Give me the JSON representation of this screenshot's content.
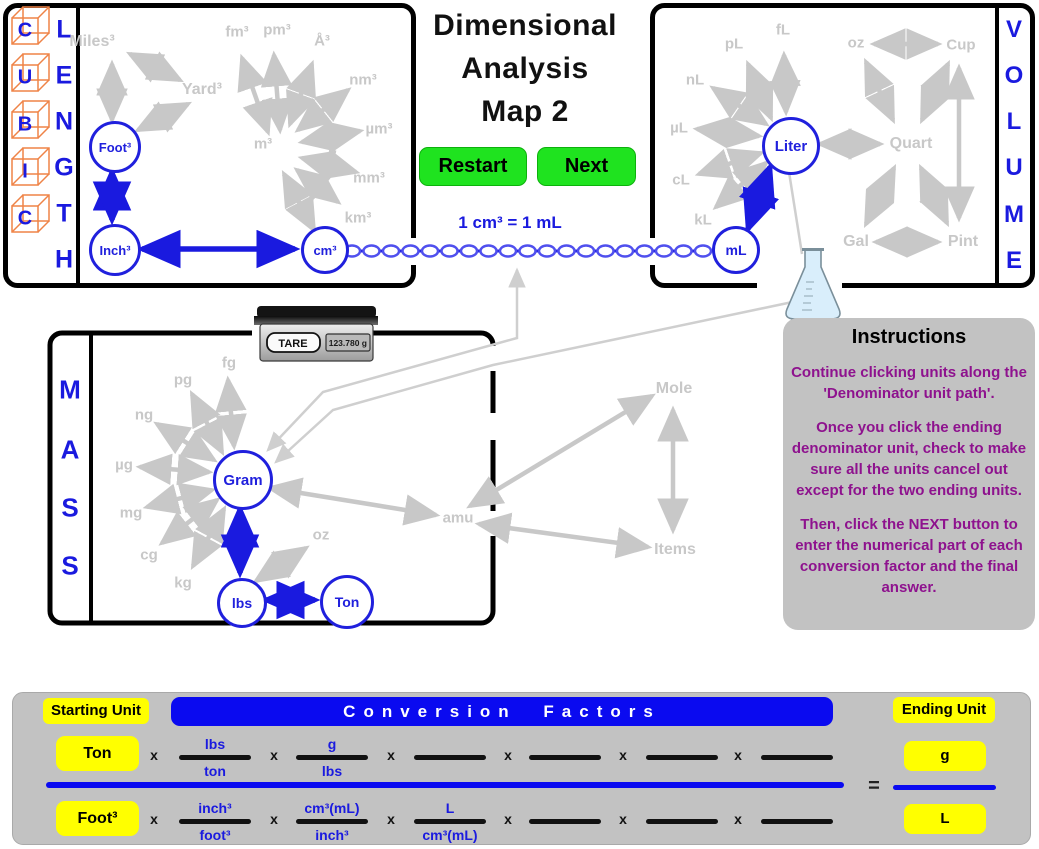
{
  "app": {
    "title_lines": [
      "Dimensional",
      "Analysis",
      "Map 2"
    ],
    "equivalence_note": "1 cm³ = 1 mL"
  },
  "buttons": {
    "restart": "Restart",
    "next": "Next"
  },
  "colors": {
    "path_blue": "#1a1adf",
    "gray_unit": "#c8c8c8",
    "button_green": "#1fe31f",
    "banner_blue": "#0a0af0",
    "highlight_yellow": "#ffff00",
    "instructions_purple": "#8e128e",
    "panel_gray": "#c2c2c2",
    "cube_orange": "#ef8347"
  },
  "sidebars": {
    "cubic": {
      "cube_letters": [
        "C",
        "U",
        "B",
        "I",
        "C"
      ],
      "word_letters": [
        "L",
        "E",
        "N",
        "G",
        "T",
        "H"
      ]
    },
    "volume_letters": [
      "V",
      "O",
      "L",
      "U",
      "M",
      "E"
    ],
    "mass_letters": [
      "M",
      "A",
      "S",
      "S"
    ]
  },
  "maps": {
    "cubic": {
      "gray_units": [
        {
          "label": "Miles³"
        },
        {
          "label": "Yard³"
        },
        {
          "label": "fm³"
        },
        {
          "label": "pm³"
        },
        {
          "label": "Å³"
        },
        {
          "label": "nm³"
        },
        {
          "label": "µm³"
        },
        {
          "label": "m³"
        },
        {
          "label": "mm³"
        },
        {
          "label": "km³"
        }
      ],
      "path_units": [
        {
          "label": "Foot³"
        },
        {
          "label": "Inch³"
        },
        {
          "label": "cm³"
        }
      ]
    },
    "volume": {
      "gray_units": [
        {
          "label": "pL"
        },
        {
          "label": "fL"
        },
        {
          "label": "nL"
        },
        {
          "label": "µL"
        },
        {
          "label": "cL"
        },
        {
          "label": "kL"
        },
        {
          "label": "oz"
        },
        {
          "label": "Cup"
        },
        {
          "label": "Quart"
        },
        {
          "label": "Gal"
        },
        {
          "label": "Pint"
        }
      ],
      "path_units": [
        {
          "label": "Liter"
        },
        {
          "label": "mL"
        }
      ]
    },
    "mass": {
      "gray_units": [
        {
          "label": "fg"
        },
        {
          "label": "pg"
        },
        {
          "label": "ng"
        },
        {
          "label": "µg"
        },
        {
          "label": "mg"
        },
        {
          "label": "cg"
        },
        {
          "label": "kg"
        },
        {
          "label": "oz"
        },
        {
          "label": "amu"
        },
        {
          "label": "Mole"
        },
        {
          "label": "Items"
        }
      ],
      "path_units": [
        {
          "label": "Gram"
        },
        {
          "label": "lbs"
        },
        {
          "label": "Ton"
        }
      ]
    }
  },
  "scale": {
    "tare_label": "TARE",
    "display_value": "123.780 g"
  },
  "instructions": {
    "title": "Instructions",
    "paragraphs": [
      "Continue clicking units along the 'Denominator unit path'.",
      "Once you click the ending denominator unit, check to make sure all the units cancel out except for the two ending units.",
      "Then, click the NEXT button to enter the numerical part of each conversion factor and the final answer."
    ]
  },
  "conversion": {
    "starting_unit_label": "Starting Unit",
    "banner": "Conversion Factors",
    "ending_unit_label": "Ending Unit",
    "multiply": "x",
    "equals": "=",
    "rows": [
      {
        "start_unit": "Ton",
        "end_unit": "g",
        "fractions": [
          {
            "num": "lbs",
            "den": "ton"
          },
          {
            "num": "g",
            "den": "lbs"
          },
          {
            "num": "",
            "den": ""
          },
          {
            "num": "",
            "den": ""
          },
          {
            "num": "",
            "den": ""
          },
          {
            "num": "",
            "den": ""
          }
        ]
      },
      {
        "start_unit": "Foot³",
        "end_unit": "L",
        "fractions": [
          {
            "num": "inch³",
            "den": "foot³"
          },
          {
            "num": "cm³(mL)",
            "den": "inch³"
          },
          {
            "num": "L",
            "den": "cm³(mL)"
          },
          {
            "num": "",
            "den": ""
          },
          {
            "num": "",
            "den": ""
          },
          {
            "num": "",
            "den": ""
          }
        ]
      }
    ]
  }
}
